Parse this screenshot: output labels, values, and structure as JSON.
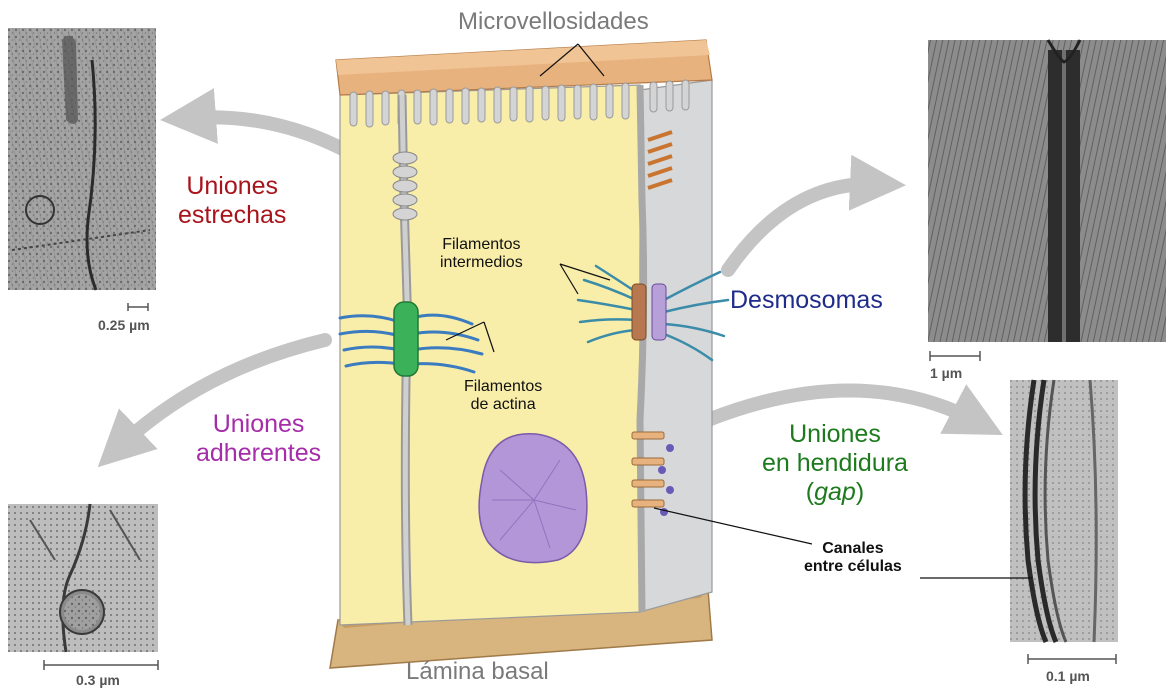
{
  "labels": {
    "microvilli": "Microvellosidades",
    "basal_lamina": "Lámina basal",
    "tight_line1": "Uniones",
    "tight_line2": "estrechas",
    "adherens_line1": "Uniones",
    "adherens_line2": "adherentes",
    "desmosomes": "Desmosomas",
    "gap_line1": "Uniones",
    "gap_line2": "en hendidura",
    "gap_open": "(",
    "gap_word": "gap",
    "gap_close": ")",
    "intermediate_line1": "Filamentos",
    "intermediate_line2": "intermedios",
    "actin_line1": "Filamentos",
    "actin_line2": "de actina",
    "channels_line1": "Canales",
    "channels_line2": "entre células"
  },
  "scale_bars": {
    "tight": "0.25 µm",
    "adherens": "0.3 µm",
    "desmosome": "1 µm",
    "gap": "0.1 µm"
  },
  "colors": {
    "tight": "#a8141c",
    "adherens": "#a62da9",
    "desmosome": "#1f2c8a",
    "gap": "#1d7a1d",
    "title_gray": "#7a7a7a",
    "cell_fill": "#f8eda9",
    "apical": "#e8b27e",
    "basal": "#d8b47e",
    "nucleus": "#b396d8",
    "actin_blue": "#3b7cc0",
    "adherens_green": "#3bb25a",
    "arrow_gray": "#c4c4c4"
  }
}
